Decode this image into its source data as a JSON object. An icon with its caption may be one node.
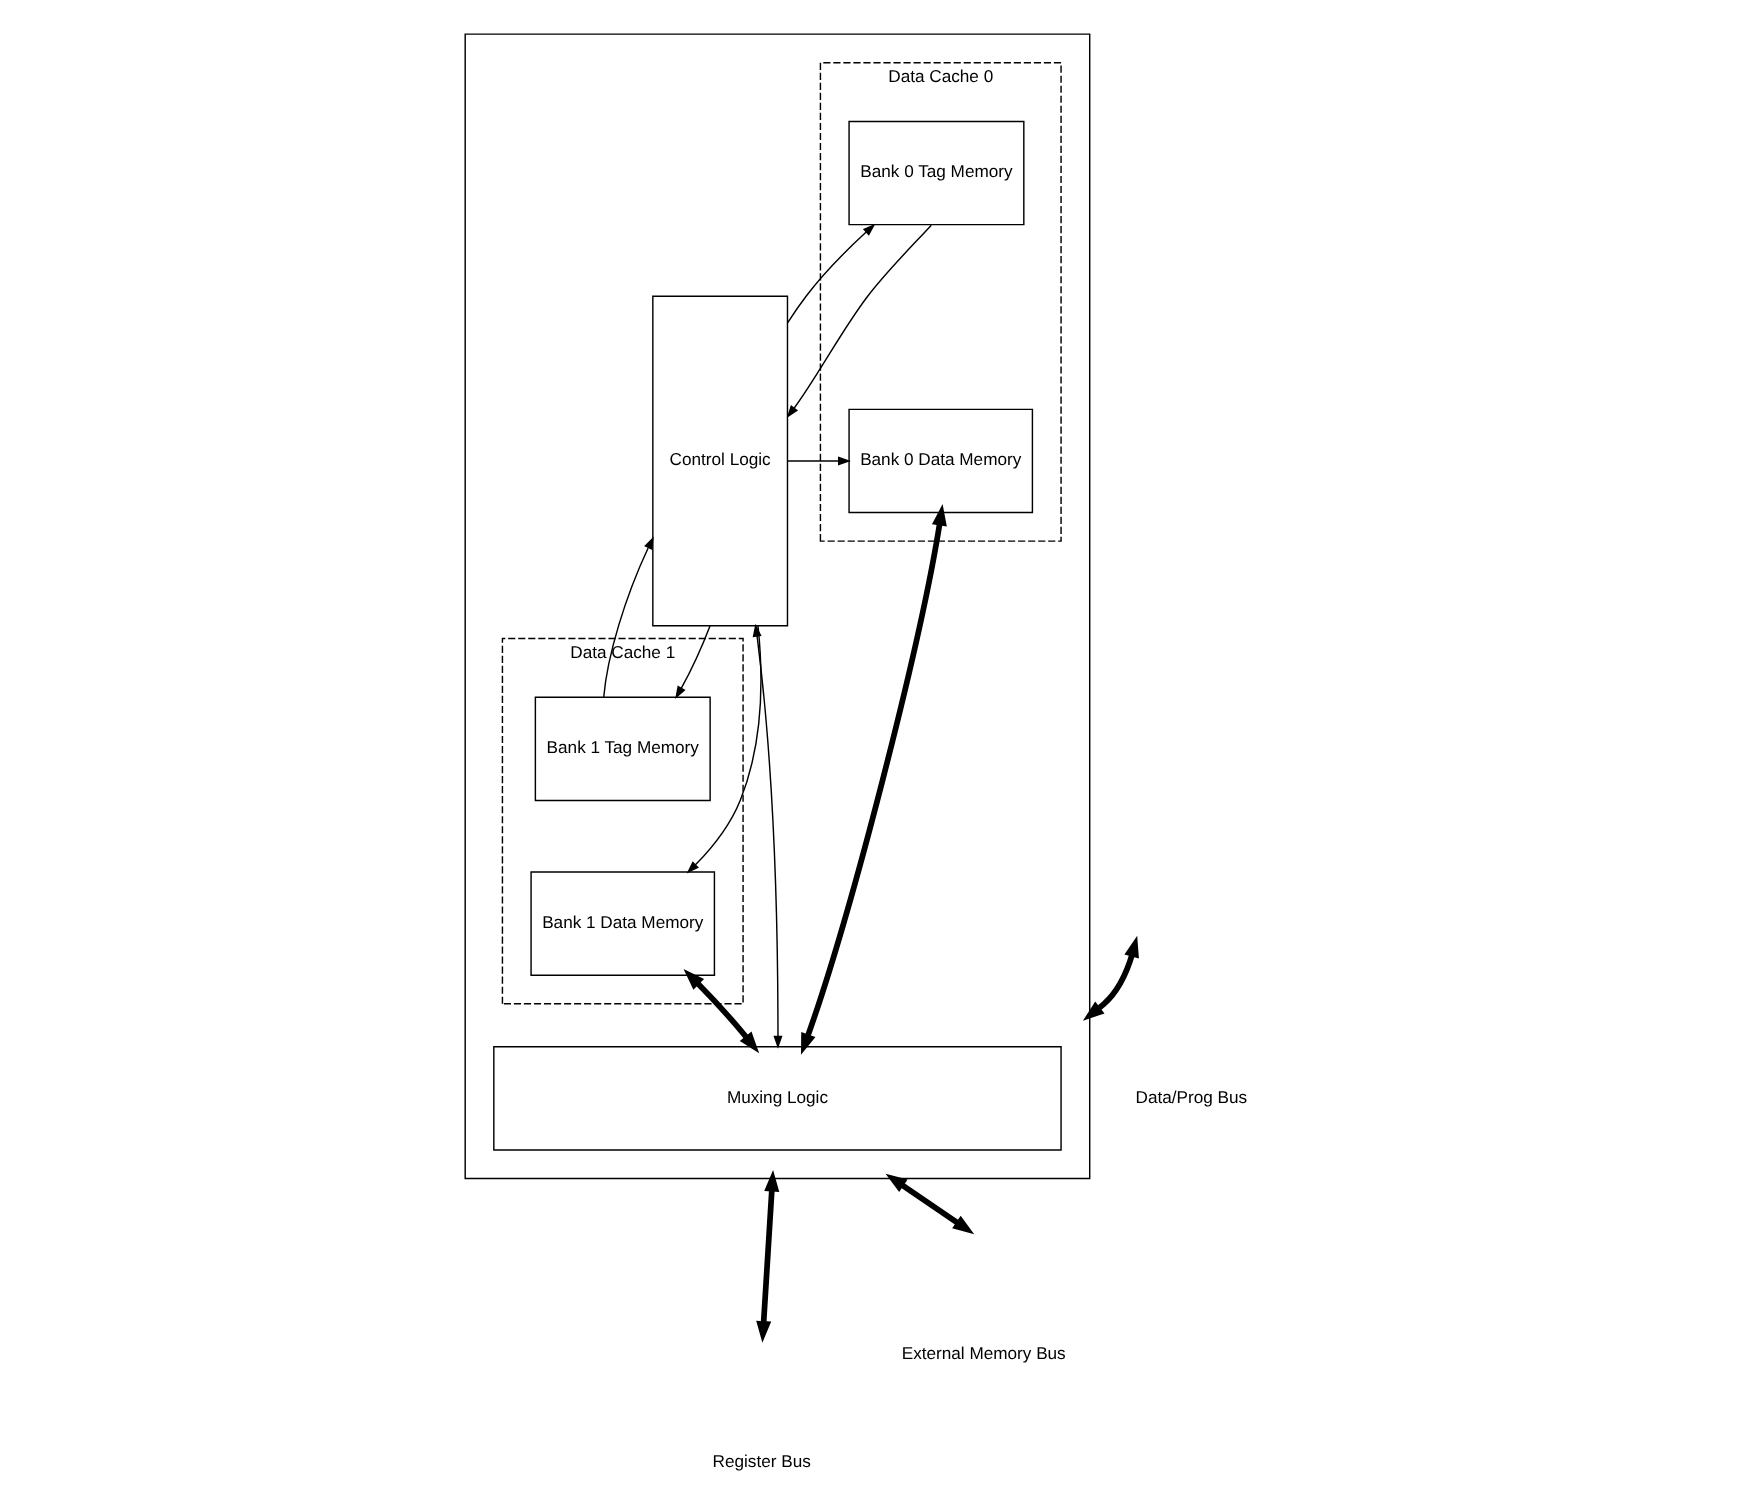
{
  "diagram": {
    "nodes": [
      {
        "text": [],
        "shape": "box"
      },
      {
        "text": [
          "Data Cache 0"
        ],
        "in": 0
      },
      {
        "text": [
          "Bank 0 Tag Memory"
        ],
        "in": 1
      },
      {
        "text": [
          "Bank 0 Data Memory"
        ],
        "in": 1
      },
      {
        "text": [
          "Control Logic"
        ],
        "in": 0
      },
      {
        "text": [
          "Data Cache 1"
        ],
        "in": 0
      },
      {
        "text": [
          "Bank 1 Tag Memory"
        ],
        "in": 5
      },
      {
        "text": [
          "Bank 1 Data Memory"
        ],
        "in": 5
      },
      {
        "text": [
          "Muxing Logic"
        ],
        "in": 0
      }
    ],
    "edges": [
      {
        "from": 4,
        "to": 2,
        "arrow": "to"
      },
      {
        "from": 2,
        "to": 4,
        "arrow": "to"
      },
      {
        "from": 4,
        "to": 3,
        "arrow": "to"
      },
      {
        "from": 4,
        "to": 6,
        "arrow": "to"
      },
      {
        "from": 6,
        "to": 4,
        "arrow": "to"
      },
      {
        "from": 4,
        "to": 7,
        "arrow": "to"
      },
      {
        "from": 3,
        "to": 8,
        "arrow": "both",
        "style": "thick"
      },
      {
        "from": 4,
        "to": 8,
        "arrow": "both"
      },
      {
        "from": 7,
        "to": 8,
        "arrow": "both",
        "style": "thick"
      },
      {
        "from": null,
        "to": 0,
        "arrow": "both",
        "style": "thick"
      },
      {
        "from": null,
        "to": 0,
        "arrow": "both",
        "style": "thick"
      },
      {
        "from": null,
        "to": 0,
        "arrow": "both",
        "style": "thick"
      }
    ],
    "labels": [
      "Data/Prog Bus",
      "External Memory Bus",
      "Register Bus"
    ]
  }
}
